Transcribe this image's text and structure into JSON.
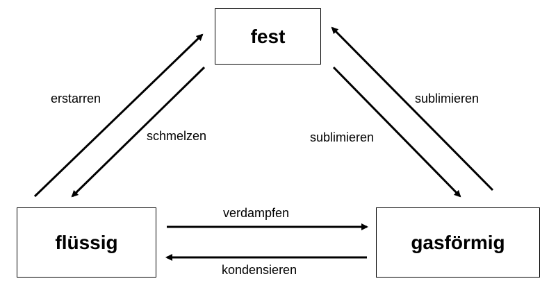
{
  "states": {
    "solid": "fest",
    "liquid": "flüssig",
    "gas": "gasförmig"
  },
  "transitions": {
    "freezing": "erstarren",
    "melting": "schmelzen",
    "sublimation_to_gas": "sublimieren",
    "sublimation_to_solid": "sublimieren",
    "evaporation": "verdampfen",
    "condensation": "kondensieren"
  }
}
